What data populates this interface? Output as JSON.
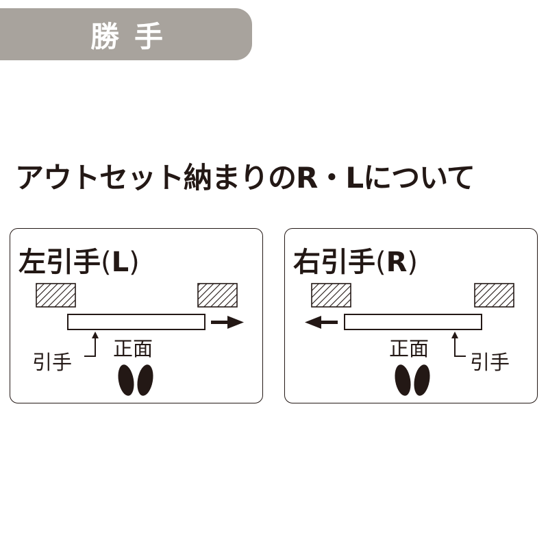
{
  "header": {
    "title": "勝手"
  },
  "heading": "アウトセット納まりのR・Lについて",
  "panels": [
    {
      "title": "左引手",
      "open_paren": "(",
      "letter": "L",
      "close_paren": ")",
      "pull_label": "引手",
      "front_label": "正面",
      "slide_direction": "right"
    },
    {
      "title": "右引手",
      "open_paren": "(",
      "letter": "R",
      "close_paren": ")",
      "pull_label": "引手",
      "front_label": "正面",
      "slide_direction": "left"
    }
  ],
  "colors": {
    "header_bg": "#a8a39d",
    "ink": "#231815",
    "header_text": "#ffffff"
  }
}
